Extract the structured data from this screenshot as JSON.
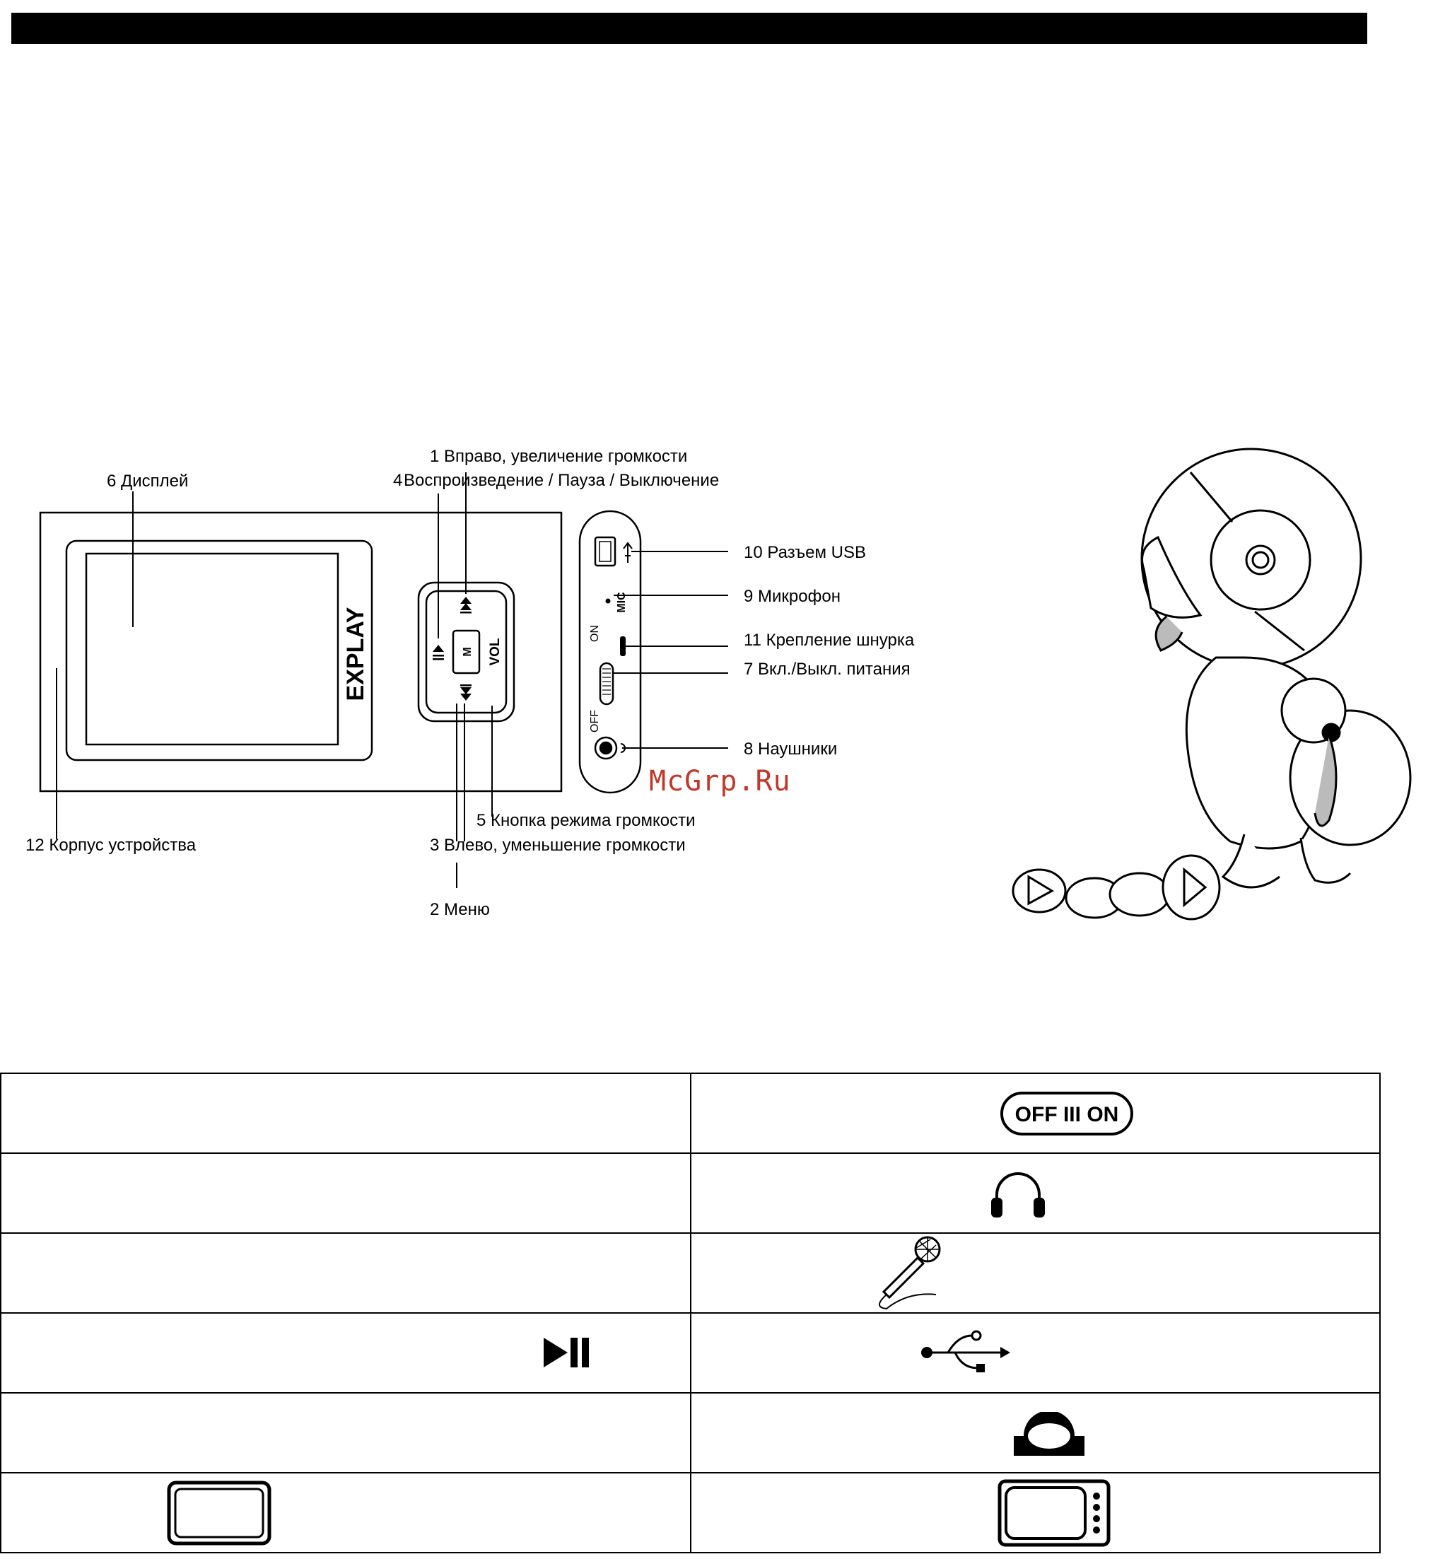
{
  "diagram": {
    "labels": {
      "display": "6 Дисплей",
      "right_volume": "1 Вправо, увеличение громкости",
      "play_num": "4",
      "play_pause": "Воспроизведение / Пауза / Выключение",
      "usb": "10 Разъем USB",
      "mic": "9 Микрофон",
      "lanyard": "11 Крепление шнурка",
      "power": "7 Вкл./Выкл. питания",
      "headphones": "8 Наушники",
      "vol_mode": "5 Кнопка режима громкости",
      "body": "12 Корпус устройства",
      "left_volume": "3 Влево, уменьшение громкости",
      "menu": "2 Меню"
    },
    "device_marks": {
      "brand": "EXPLAY",
      "menu_key": "M",
      "vol_key": "VOL",
      "mic_mark": "MIC",
      "on_mark": "ON",
      "off_mark": "OFF"
    }
  },
  "watermark": "McGrp.Ru",
  "legend_table": {
    "rows": [
      {
        "left": {
          "icon": "none"
        },
        "right": {
          "icon": "off-on-switch-icon",
          "text": "OFF III ON"
        }
      },
      {
        "left": {
          "icon": "none"
        },
        "right": {
          "icon": "headphones-icon"
        }
      },
      {
        "left": {
          "icon": "none"
        },
        "right": {
          "icon": "microphone-icon"
        }
      },
      {
        "left": {
          "icon": "play-pause-icon"
        },
        "right": {
          "icon": "usb-icon"
        }
      },
      {
        "left": {
          "icon": "none"
        },
        "right": {
          "icon": "lanyard-icon"
        }
      },
      {
        "left": {
          "icon": "display-frame-icon"
        },
        "right": {
          "icon": "device-body-icon"
        }
      }
    ]
  }
}
